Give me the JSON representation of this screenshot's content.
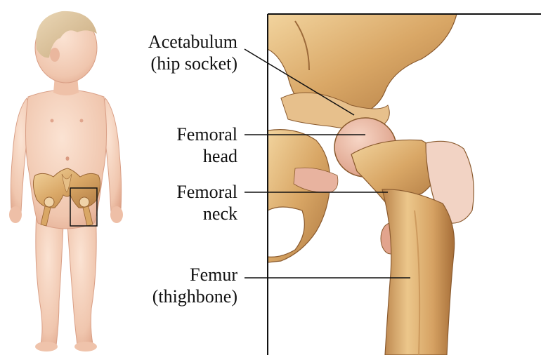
{
  "labels": {
    "acetabulum": {
      "line1": "Acetabulum",
      "line2": "(hip socket)"
    },
    "femoral_head": {
      "line1": "Femoral",
      "line2": "head"
    },
    "femoral_neck": {
      "line1": "Femoral",
      "line2": "neck"
    },
    "femur": {
      "line1": "Femur",
      "line2": "(thighbone)"
    }
  },
  "colors": {
    "skin": "#f2cdb8",
    "skin_shadow": "#e3ab93",
    "hair": "#d9c09a",
    "bone": "#d9a766",
    "bone_light": "#efcf98",
    "bone_dark": "#a8703a",
    "cartilage": "#e9b5a6",
    "line": "#111111"
  },
  "icons": {
    "child": "child-figure-illustration",
    "pelvis": "pelvis-illustration",
    "zoom_box": "zoom-box-outline",
    "hip_closeup": "hip-joint-closeup-illustration"
  }
}
